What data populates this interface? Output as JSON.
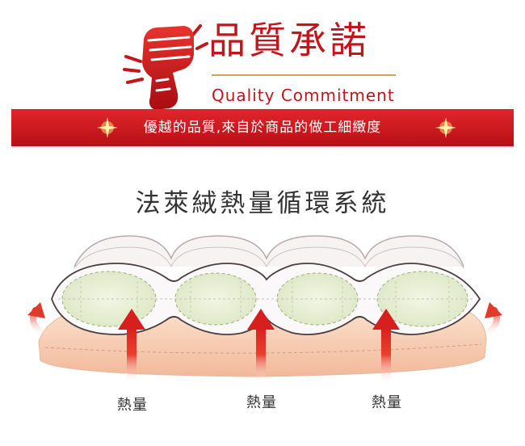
{
  "header": {
    "title_cn": "品質承諾",
    "title_en": "Quality Commitment",
    "icon": "fist-icon"
  },
  "banner": {
    "text": "優越的品質,來自於商品的做工細緻度",
    "icon": "sparkle-icon"
  },
  "diagram": {
    "title": "法萊絨熱量循環系統",
    "heat_labels": [
      "熱量",
      "熱量",
      "熱量"
    ]
  },
  "colors": {
    "brand_red": "#c0161c",
    "accent_gold": "#d4a05a",
    "banner_red": "#d11e24"
  }
}
